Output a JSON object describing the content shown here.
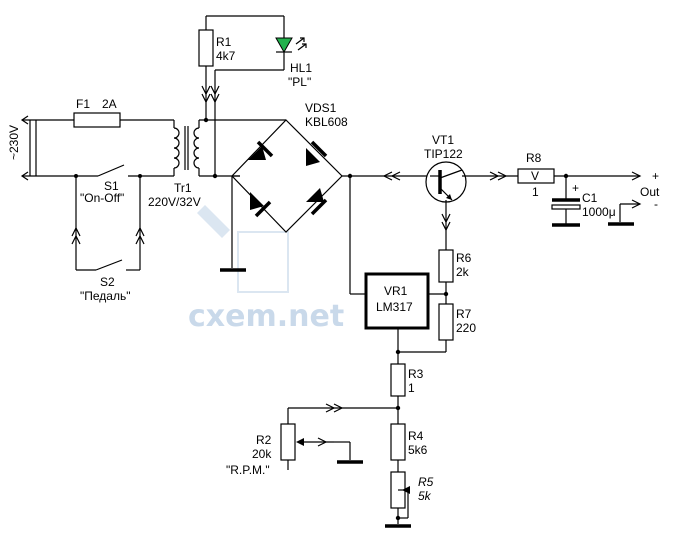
{
  "labels": {
    "mains": "~230V",
    "f1": "F1",
    "f1_rating": "2A",
    "s1": "S1",
    "s1_desc": "\"On-Off\"",
    "s2": "S2",
    "s2_desc": "\"Педаль\"",
    "tr1": "Tr1",
    "tr1_ratio": "220V/32V",
    "r1": "R1",
    "r1_val": "4k7",
    "hl1": "HL1",
    "hl1_desc": "\"PL\"",
    "vds1": "VDS1",
    "vds1_part": "KBL608",
    "vt1": "VT1",
    "vt1_part": "TIP122",
    "r8": "R8",
    "r8_val": "1",
    "r8_mark": "V",
    "c1": "C1",
    "c1_val": "1000μ",
    "c1_plus": "+",
    "out": "Out",
    "out_plus": "+",
    "out_minus": "-",
    "vr1": "VR1",
    "vr1_part": "LM317",
    "r6": "R6",
    "r6_val": "2k",
    "r7": "R7",
    "r7_val": "220",
    "r3": "R3",
    "r3_val": "1",
    "r4": "R4",
    "r4_val": "5k6",
    "r5": "R5",
    "r5_val": "5k",
    "r2": "R2",
    "r2_val": "20k",
    "r2_desc": "\"R.P.M.\""
  },
  "watermark": "cxem.net",
  "colors": {
    "led_fill": "#22b14c",
    "line": "#000000",
    "watermark": "#c9d9ea"
  }
}
